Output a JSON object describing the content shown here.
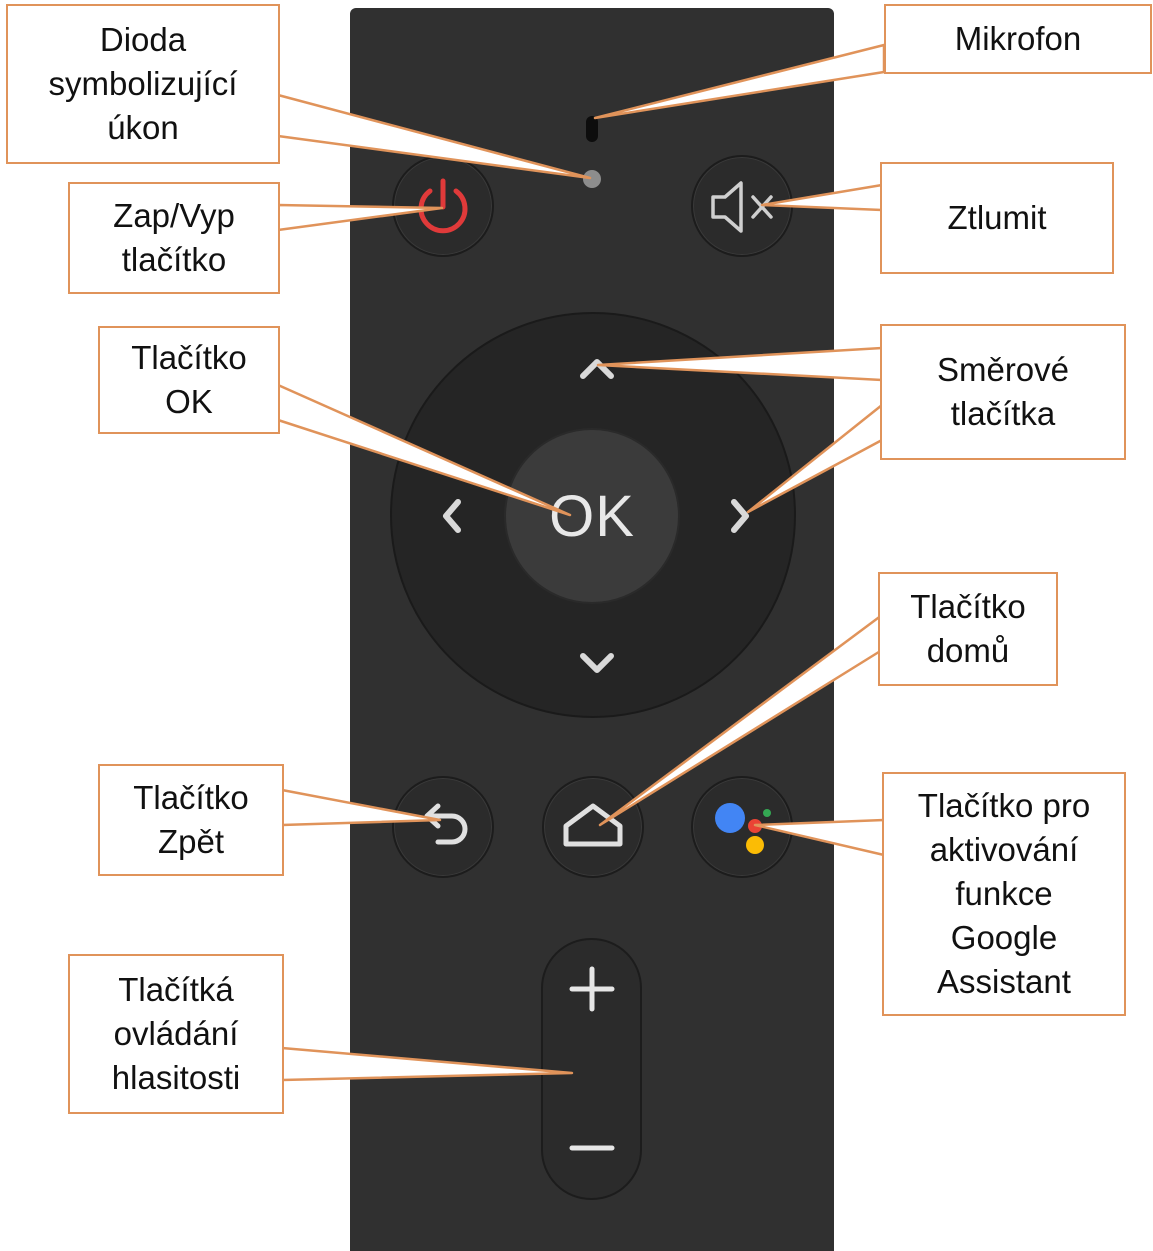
{
  "labels": {
    "led": "Dioda\nsymbolizující\núkon",
    "mic": "Mikrofon",
    "power": "Zap/Vyp\ntlačítko",
    "mute": "Ztlumit",
    "ok": "Tlačítko\nOK",
    "dpad": "Směrové\ntlačítka",
    "home": "Tlačítko\ndomů",
    "back": "Tlačítko\nZpět",
    "assistant": "Tlačítko pro\naktivování\nfunkce\nGoogle\nAssistant",
    "volume": "Tlačítká\novládání\nhlasitosti"
  },
  "remote": {
    "ok_text": "OK"
  },
  "icons": {
    "power": "power-icon",
    "mute": "speaker-mute-icon",
    "up": "chevron-up-icon",
    "down": "chevron-down-icon",
    "left": "chevron-left-icon",
    "right": "chevron-right-icon",
    "back": "back-arrow-icon",
    "home": "home-icon",
    "assistant": "google-assistant-icon",
    "plus": "plus-icon",
    "minus": "minus-icon"
  },
  "colors": {
    "callout_border": "#e0935a",
    "remote_body": "#303030",
    "power_icon": "#e03a3a",
    "assistant_blue": "#4285f4",
    "assistant_red": "#ea4335",
    "assistant_yellow": "#fbbc05",
    "assistant_green": "#34a853"
  }
}
